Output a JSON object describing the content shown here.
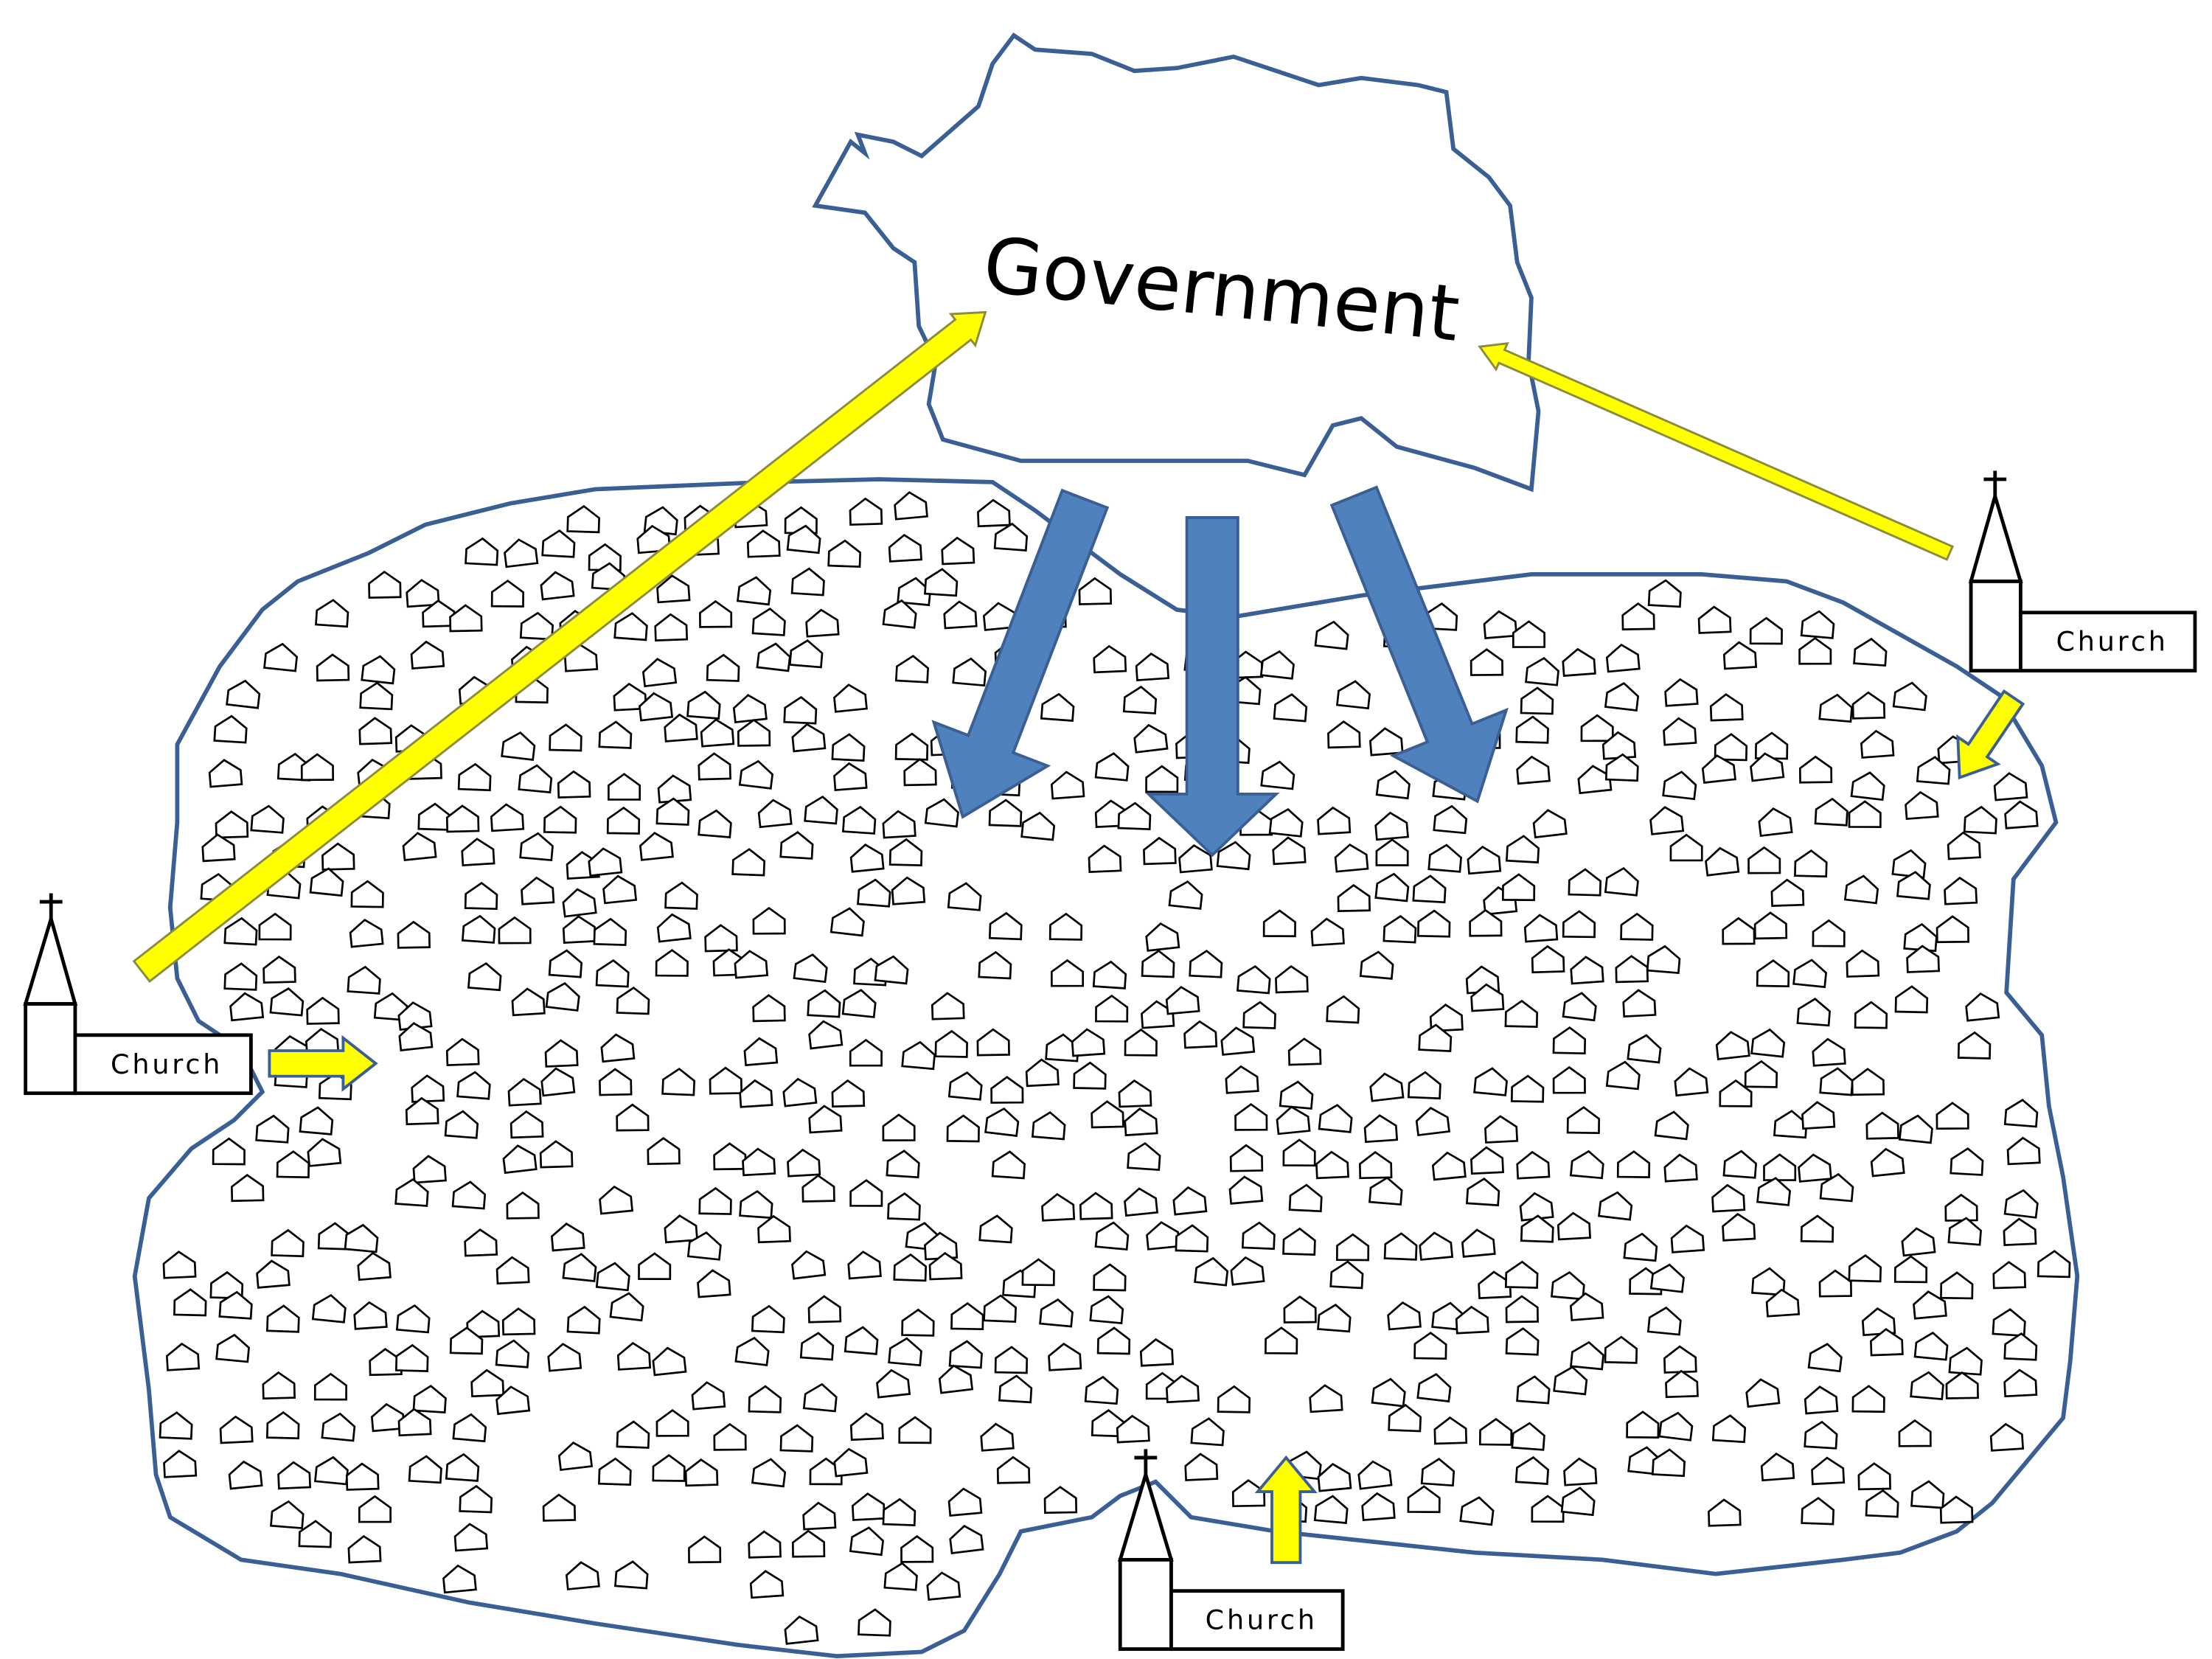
{
  "government": {
    "label": "Government"
  },
  "churches": [
    {
      "label": "Church"
    },
    {
      "label": "Church"
    },
    {
      "label": "Church"
    }
  ],
  "colors": {
    "outline": "#3a5f94",
    "blue_arrow": "#4f81bd",
    "blue_arrow_stroke": "#3a5f94",
    "yellow_arrow": "#ffff00",
    "yellow_arrow_stroke": "#8a8a40"
  }
}
